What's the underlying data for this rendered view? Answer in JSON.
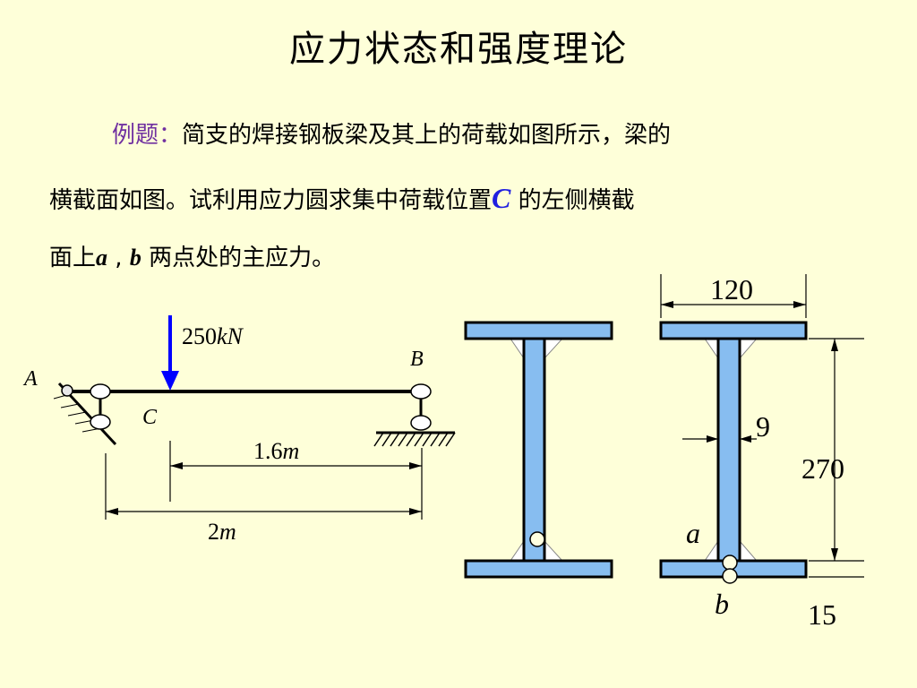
{
  "title": "应力状态和强度理论",
  "problem": {
    "label": "例题",
    "colon": "：",
    "line1_text": "简支的焊接钢板梁及其上的荷载如图所示，梁的",
    "line2_text": "横截面如图。试利用应力圆求集中荷载位置",
    "line2_point": "C",
    "line2_after": " 的左侧横截",
    "line3_pre": "面上",
    "line3_a": "a",
    "line3_sep": " , ",
    "line3_b": "b",
    "line3_after": " 两点处的主应力。"
  },
  "beam": {
    "load_value": "250",
    "load_unit": "kN",
    "support_left": "A",
    "support_right": "B",
    "load_point": "C",
    "dim_cb_value": "1.6",
    "dim_cb_unit": "m",
    "dim_ab_value": "2",
    "dim_ab_unit": "m"
  },
  "section": {
    "flange_width": "120",
    "web_thickness": "9",
    "web_height": "270",
    "flange_thickness": "15",
    "point_a": "a",
    "point_b": "b"
  },
  "colors": {
    "background": "#FEFFD9",
    "steel": "#87BDF0",
    "load_arrow": "#0000FF",
    "label": "#7030A0"
  }
}
